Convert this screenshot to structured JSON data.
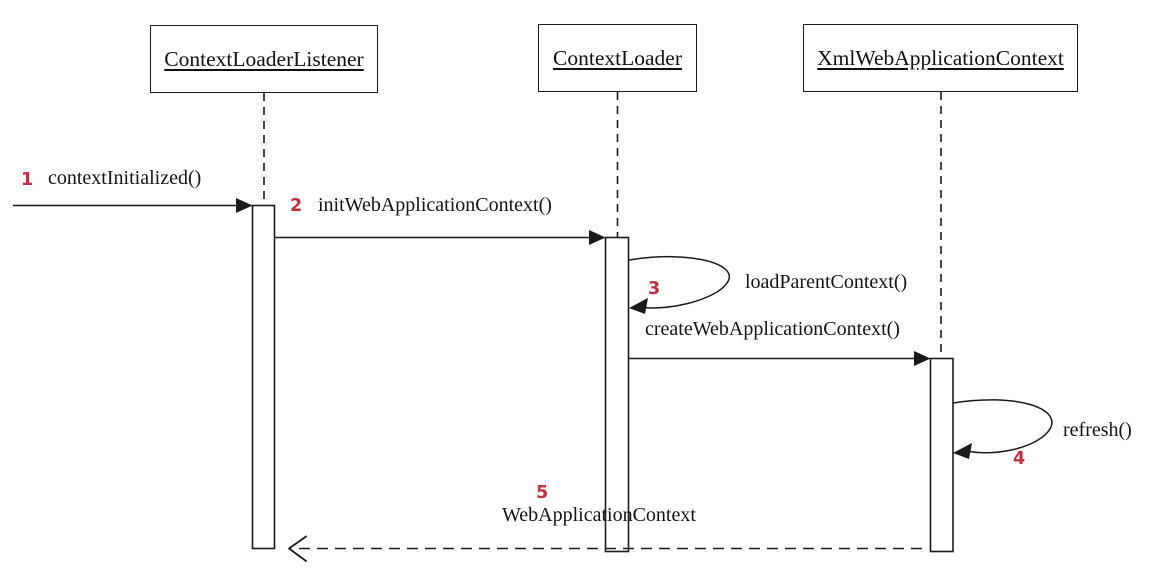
{
  "diagram": {
    "type": "uml-sequence",
    "colors": {
      "line": "#1a1a1a",
      "accent": "#bf3040",
      "background": "#ffffff"
    },
    "participants": [
      {
        "name": "ContextLoaderListener"
      },
      {
        "name": "ContextLoader"
      },
      {
        "name": "XmlWebApplicationContext"
      }
    ],
    "messages": [
      {
        "num": "1",
        "label": "contextInitialized()",
        "type": "call",
        "from": "external",
        "to": "ContextLoaderListener"
      },
      {
        "num": "2",
        "label": "initWebApplicationContext()",
        "type": "call",
        "from": "ContextLoaderListener",
        "to": "ContextLoader"
      },
      {
        "num": "3",
        "label": "loadParentContext()",
        "type": "self-call",
        "from": "ContextLoader",
        "to": "ContextLoader"
      },
      {
        "num": "",
        "label": "createWebApplicationContext()",
        "type": "call",
        "from": "ContextLoader",
        "to": "XmlWebApplicationContext"
      },
      {
        "num": "4",
        "label": "refresh()",
        "type": "self-call",
        "from": "XmlWebApplicationContext",
        "to": "XmlWebApplicationContext"
      },
      {
        "num": "5",
        "label": "WebApplicationContext",
        "type": "return",
        "from": "XmlWebApplicationContext",
        "to": "ContextLoaderListener"
      }
    ]
  }
}
